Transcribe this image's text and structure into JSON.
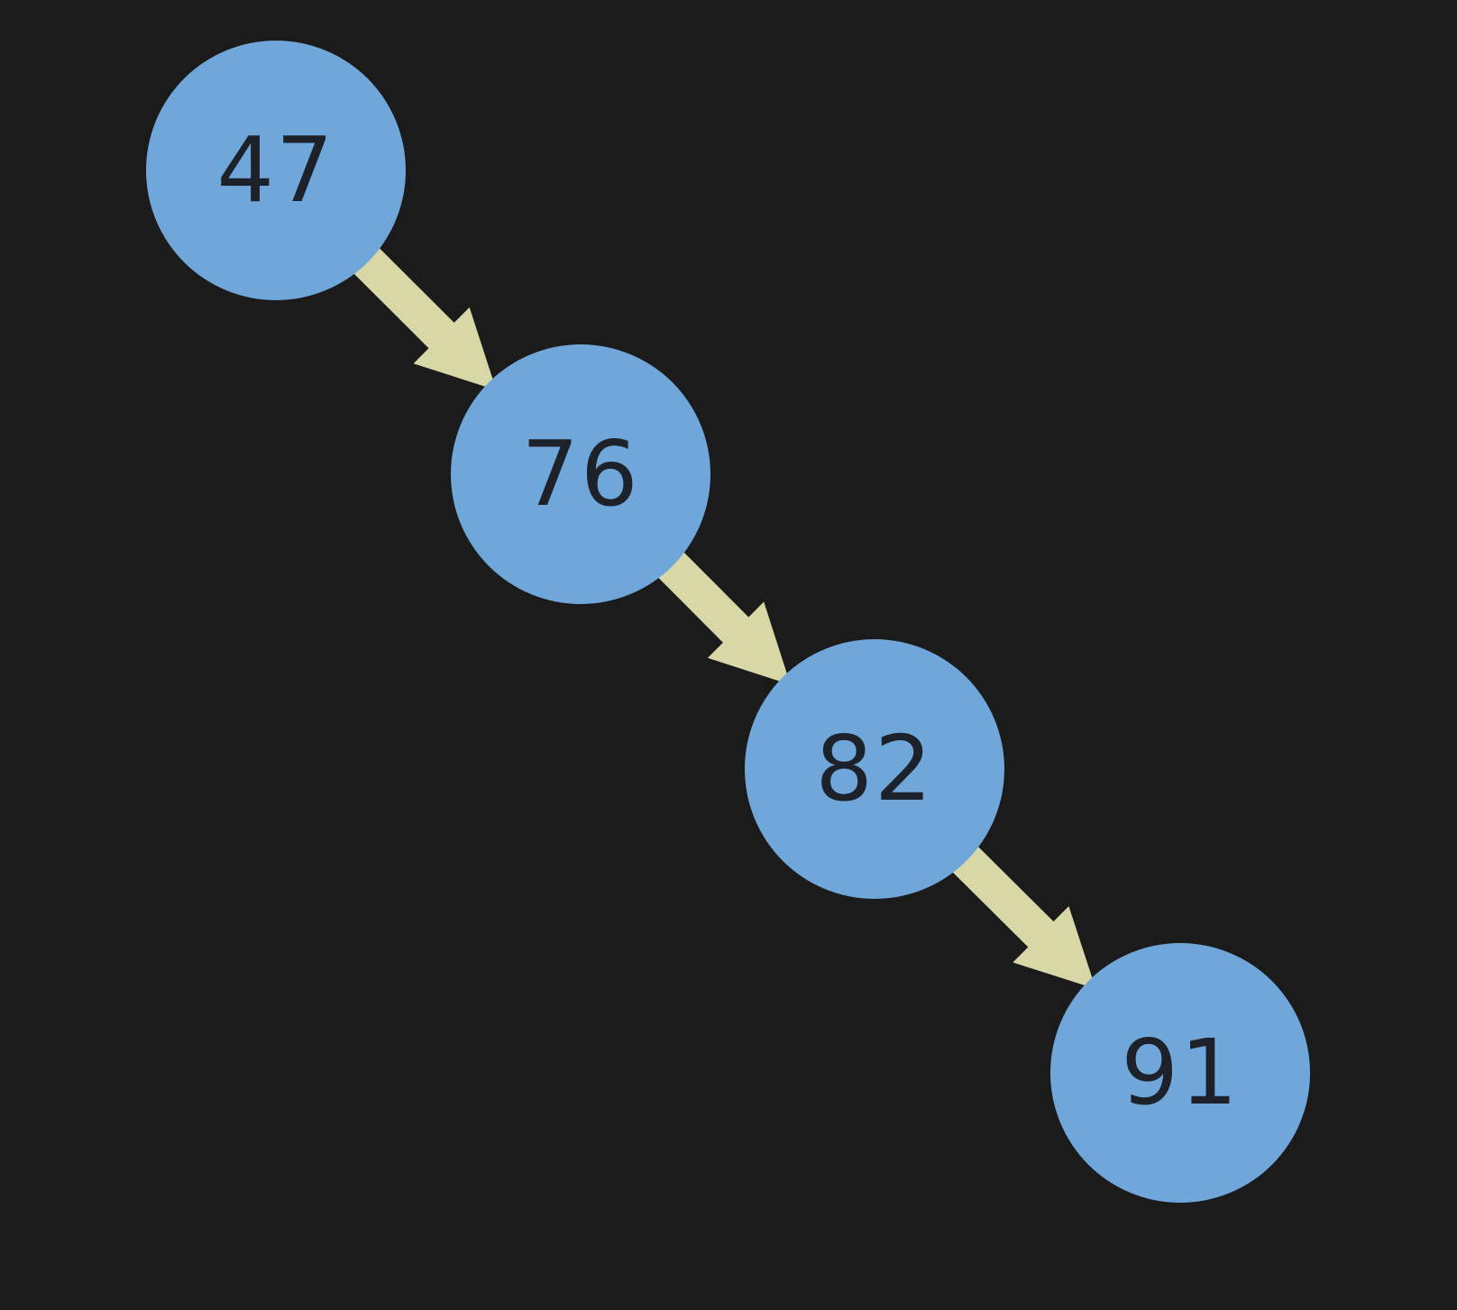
{
  "diagram": {
    "colors": {
      "background": "#1b1b1c",
      "node_fill": "#6fa7db",
      "node_text": "#1d2129",
      "arrow": "#d8d8a7"
    },
    "nodes": [
      {
        "label": "47"
      },
      {
        "label": "76"
      },
      {
        "label": "82"
      },
      {
        "label": "91"
      }
    ],
    "edges": [
      {
        "from": 0,
        "to": 1
      },
      {
        "from": 1,
        "to": 2
      },
      {
        "from": 2,
        "to": 3
      }
    ]
  }
}
